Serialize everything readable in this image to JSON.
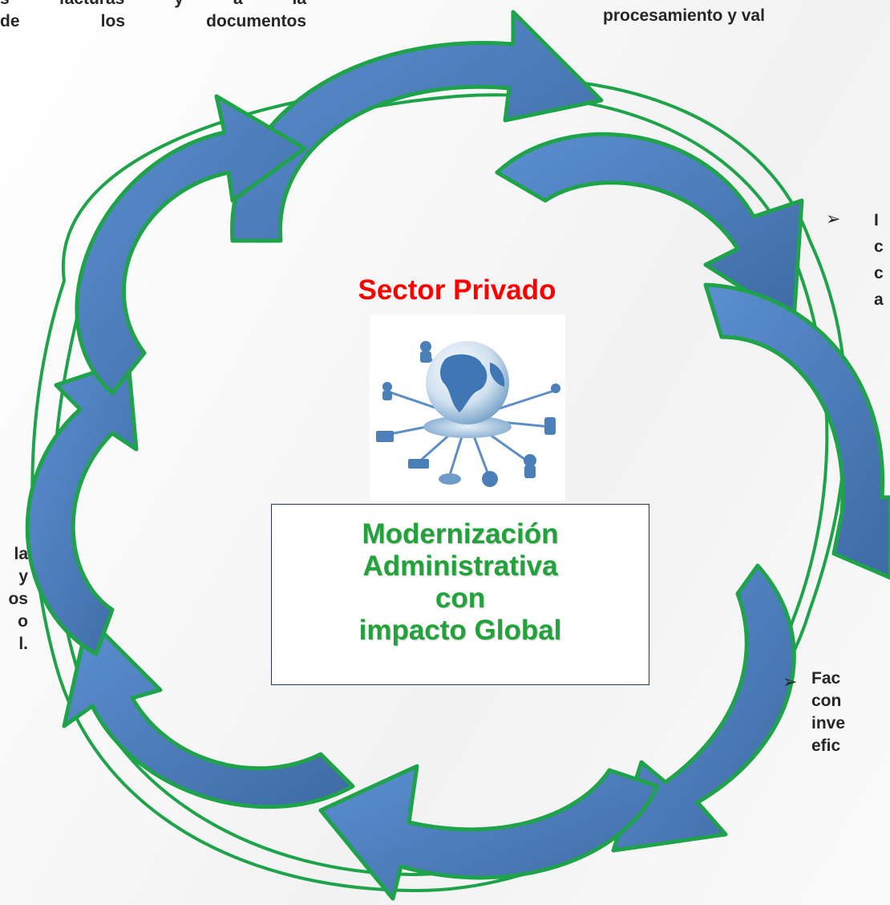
{
  "center": {
    "heading": "Sector Privado",
    "box_lines": [
      "Modernización",
      "Administrativa",
      "con",
      "impacto Global"
    ]
  },
  "texts": {
    "top_left": [
      "s facturas y a la",
      "de los documentos"
    ],
    "top_right": [
      "procesamiento y val"
    ],
    "right_mid": [
      "I",
      "c",
      "c",
      "a"
    ],
    "left_mid": [
      "la",
      "y",
      "os",
      "o",
      "l."
    ],
    "bottom_right": [
      "Fac",
      "con",
      "inve",
      "efic"
    ]
  },
  "colors": {
    "arrow_fill": "#4f81bd",
    "arrow_outline": "#1fa34a",
    "heading": "#ff0000",
    "box_text": "#22a23a"
  },
  "icons": [
    "globe-network-icon",
    "bullet-arrow-icon"
  ]
}
